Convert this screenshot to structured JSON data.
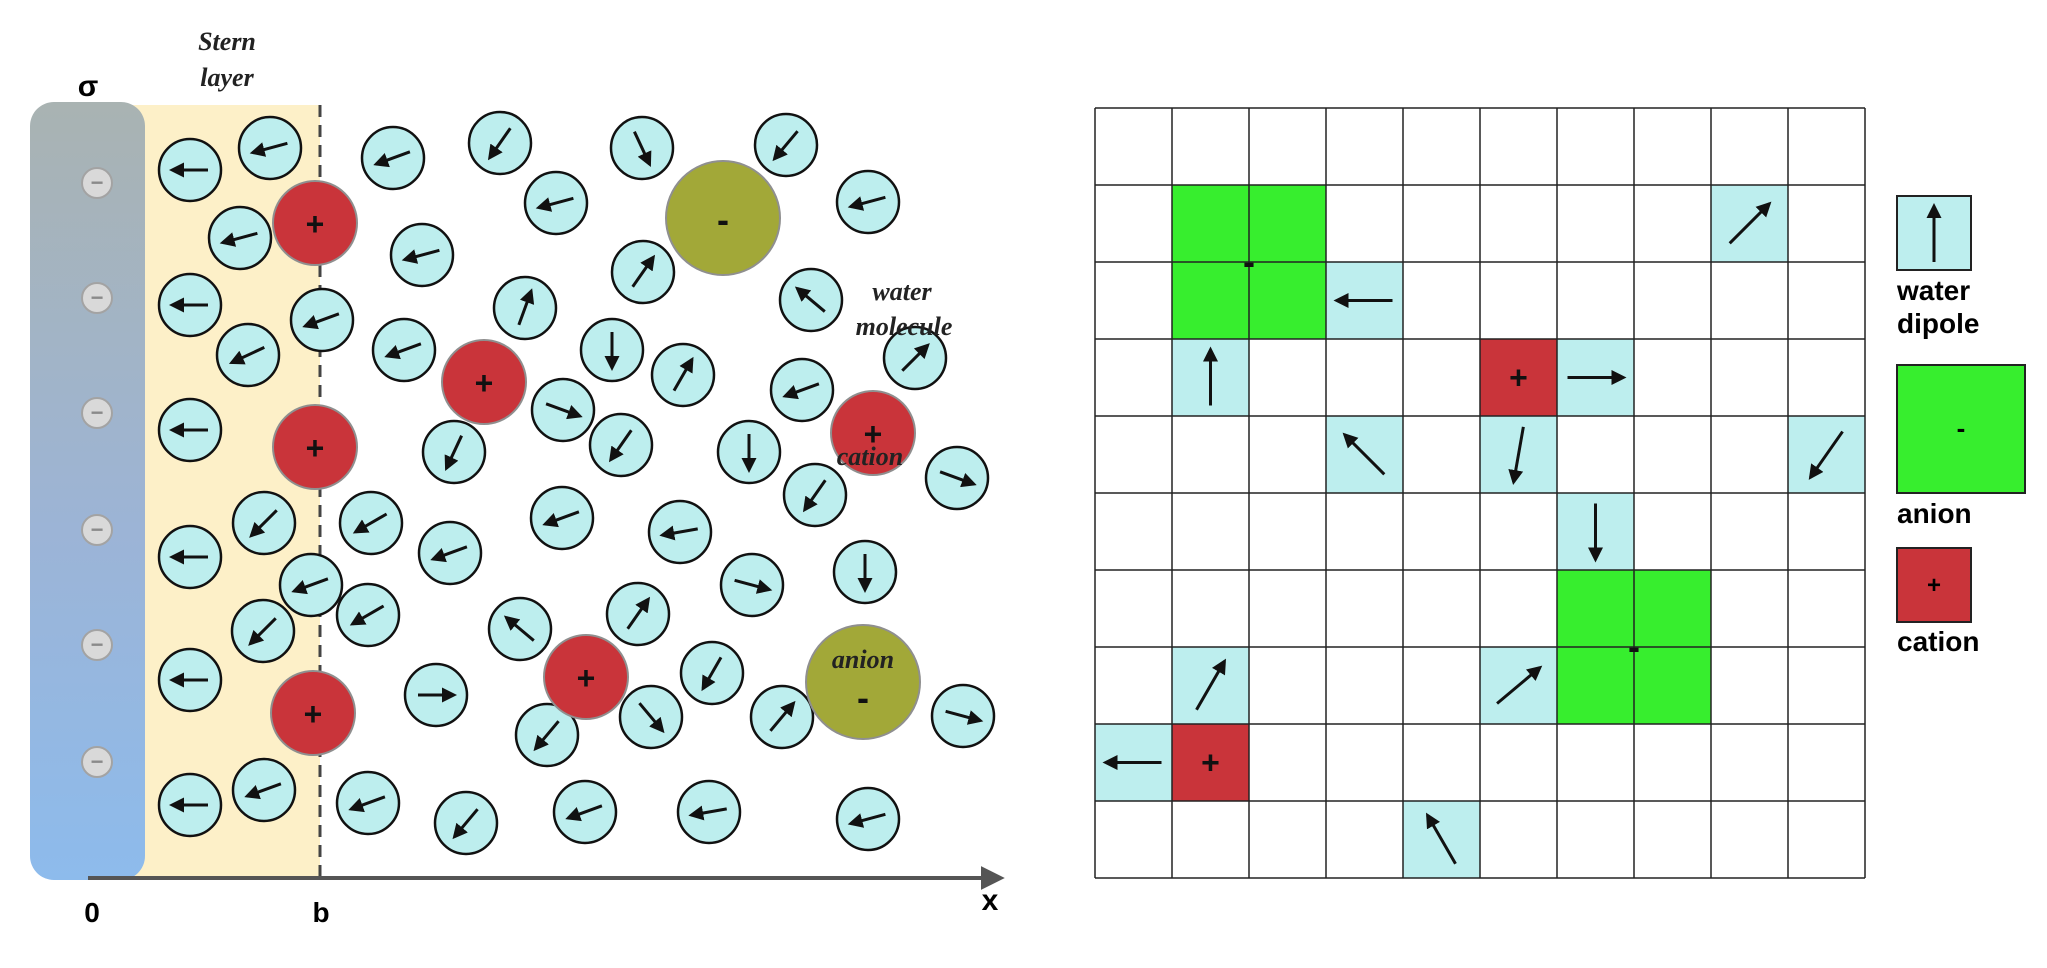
{
  "left_panel": {
    "sigma_label": "σ",
    "stern_label_line1": "Stern",
    "stern_label_line2": "layer",
    "water_label_line1": "water",
    "water_label_line2": "molecule",
    "cation_label": "cation",
    "anion_label": "anion",
    "axis_origin_label": "0",
    "axis_b_label": "b",
    "axis_x_label": "x",
    "surface_charge_symbol": "−",
    "cation_symbol": "+",
    "anion_symbol": "-",
    "surface_charge_count": 6
  },
  "right_panel": {
    "grid_rows": 10,
    "grid_cols": 10,
    "cation_symbol": "+",
    "anion_symbol": "-",
    "legend": {
      "water_line1": "water",
      "water_line2": "dipole",
      "anion": "anion",
      "cation": "cation"
    }
  },
  "colors": {
    "water": "#bdeeee",
    "cation": "#c9343a",
    "anion_left": "#a2a838",
    "anion_right": "#37ee2e",
    "surface": "#93b8e2",
    "stern": "#fdf0c8"
  }
}
